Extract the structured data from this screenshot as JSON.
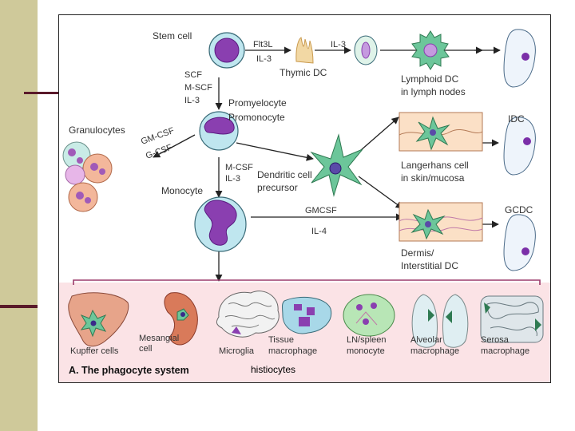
{
  "labels": {
    "stem_cell": "Stem cell",
    "flt3l": "Flt3L",
    "il3_a": "IL-3",
    "il3_b": "IL-3",
    "thymic_dc": "Thymic DC",
    "scf": "SCF",
    "mscf": "M-SCF",
    "il3_c": "IL-3",
    "promyelocyte": "Promyelocyte",
    "promonocyte": "Promonocyte",
    "granulocytes": "Granulocytes",
    "gmcsf": "GM-CSF",
    "gcsf": "G-CSF",
    "mcsf": "M-CSF",
    "il3_d": "IL-3",
    "monocyte": "Monocyte",
    "dc_precursor_1": "Dendritic cell",
    "dc_precursor_2": "precursor",
    "lymphoid_dc_1": "Lymphoid DC",
    "lymphoid_dc_2": "in lymph nodes",
    "idc": "IDC",
    "langerhans_1": "Langerhans cell",
    "langerhans_2": "in skin/mucosa",
    "gmcsf_b": "GMCSF",
    "il4": "IL-4",
    "gcdc": "GCDC",
    "dermis_1": "Dermis/",
    "dermis_2": "Interstitial DC",
    "kupffer": "Kupffer cells",
    "mesangial_1": "Mesangial",
    "mesangial_2": "cell",
    "microglia": "Microglia",
    "tissue_1": "Tissue",
    "tissue_2": "macrophage",
    "ln_1": "LN/spleen",
    "ln_2": "monocyte",
    "alveolar_1": "Alveolar",
    "alveolar_2": "macrophage",
    "serosa_1": "Serosa",
    "serosa_2": "macrophage",
    "caption": "A. The phagocyte system",
    "histiocytes": "histiocytes"
  },
  "colors": {
    "side_band": "#cfc99a",
    "accent_rule": "#5a1a2a",
    "bracket": "#9b3b6b",
    "bottom_band": "#fbe3e6",
    "cell_fill": "#bfe6ef",
    "nucleus": "#8a3fb0",
    "nucleus_light": "#c59adf",
    "dc_green": "#6cc69a"
  }
}
